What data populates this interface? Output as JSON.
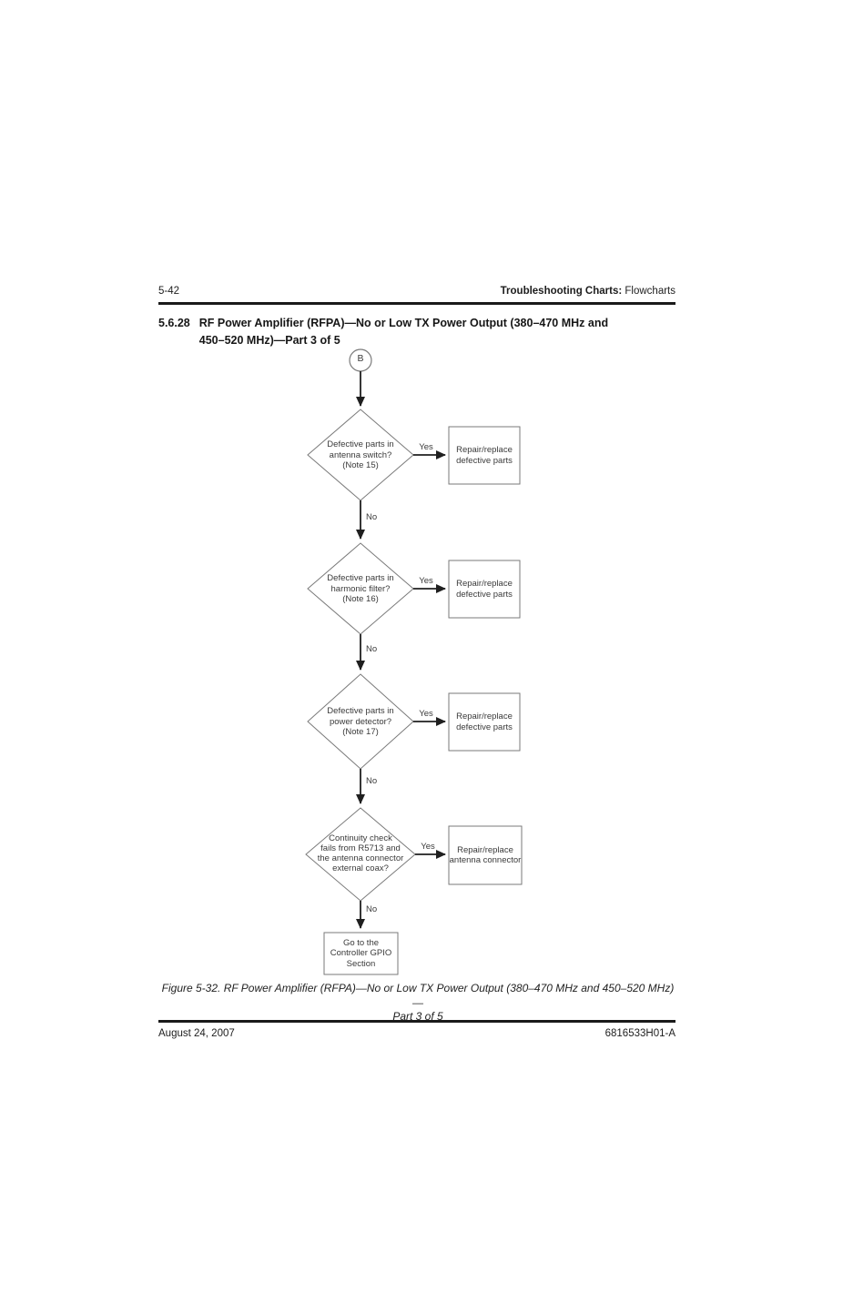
{
  "header": {
    "page_number": "5-42",
    "section_bold": "Troubleshooting Charts:",
    "section_regular": "Flowcharts"
  },
  "section": {
    "number": "5.6.28",
    "title": "RF Power Amplifier (RFPA)—No or Low TX Power Output (380–470 MHz and\n450–520 MHz)—Part 3 of 5"
  },
  "flowchart": {
    "connector": "B",
    "decisions": [
      {
        "question": "Defective parts in\nantenna switch?\n(Note 15)",
        "yes": "Yes",
        "no": "No",
        "action": "Repair/replace\ndefective parts"
      },
      {
        "question": "Defective parts in\nharmonic filter?\n(Note 16)",
        "yes": "Yes",
        "no": "No",
        "action": "Repair/replace\ndefective parts"
      },
      {
        "question": "Defective parts in\npower detector?\n(Note 17)",
        "yes": "Yes",
        "no": "No",
        "action": "Repair/replace\ndefective parts"
      },
      {
        "question": "Continuity check\nfails from R5713 and\nthe antenna connector\nexternal coax?",
        "yes": "Yes",
        "no": "No",
        "action": "Repair/replace\nantenna connector"
      }
    ],
    "terminal": "Go to the\nController GPIO\nSection"
  },
  "caption": "Figure 5-32.  RF Power Amplifier (RFPA)—No or Low TX Power Output (380–470 MHz and 450–520 MHz)—\nPart 3 of 5",
  "footer": {
    "date": "August 24, 2007",
    "document_number": "6816533H01-A"
  },
  "colors": {
    "shape_border": "#7a7a7a",
    "arrow": "#1f1f1f",
    "flow_text": "#3a3a3a"
  }
}
